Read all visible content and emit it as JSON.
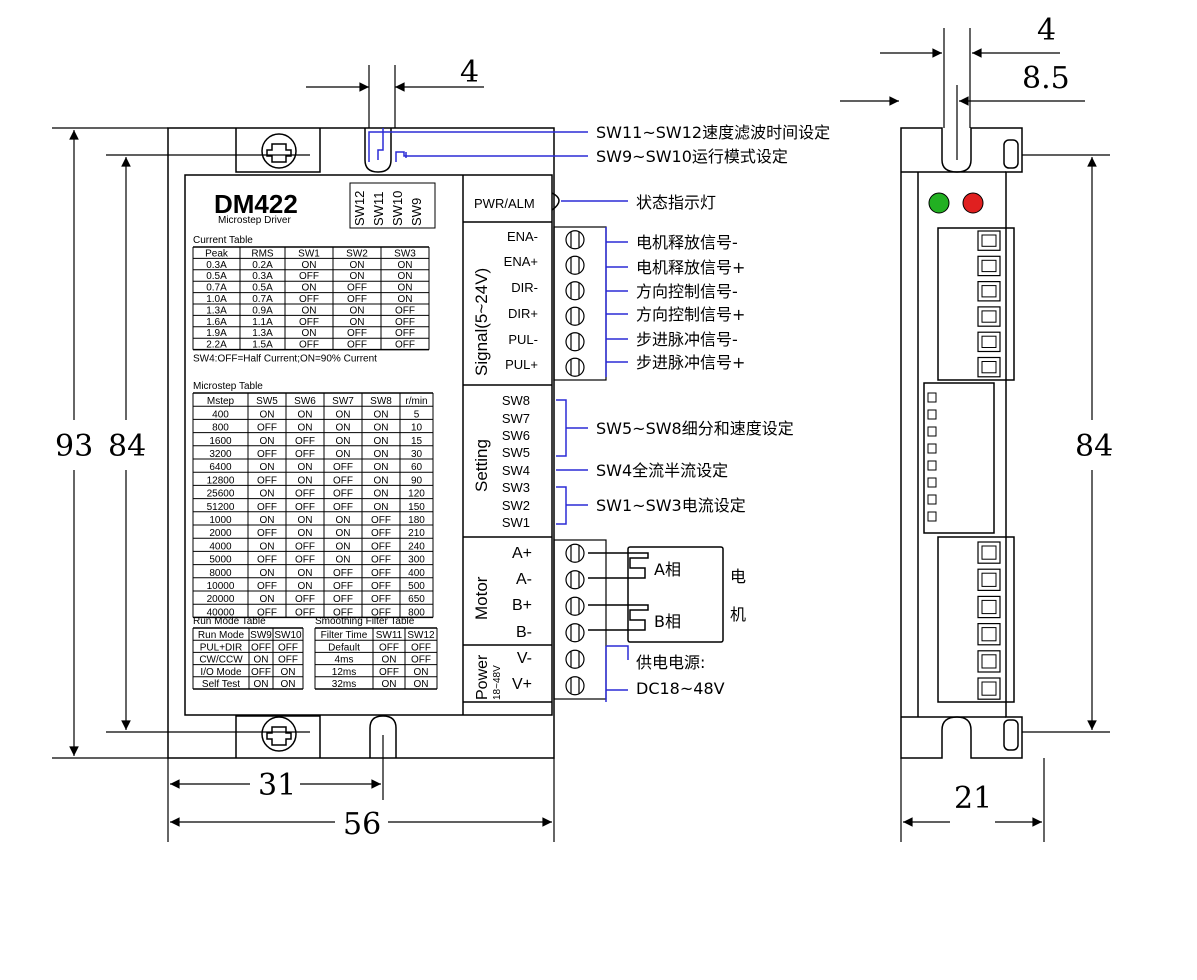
{
  "dimensions": {
    "top_gap_front": "4",
    "top_gap_side": "4",
    "side_offset": "8.5",
    "total_height": "93",
    "mount_height": "84",
    "side_height": "84",
    "hole_offset": "31",
    "total_width": "56",
    "side_width": "21"
  },
  "device": {
    "model": "DM422",
    "subtitle": "Microstep Driver",
    "pwr_alm": "PWR/ALM",
    "sw_labels": [
      "SW12",
      "SW11",
      "SW10",
      "SW9"
    ]
  },
  "current_table": {
    "title": "Current Table",
    "headers": [
      "Peak",
      "RMS",
      "SW1",
      "SW2",
      "SW3"
    ],
    "rows": [
      [
        "0.3A",
        "0.2A",
        "ON",
        "ON",
        "ON"
      ],
      [
        "0.5A",
        "0.3A",
        "OFF",
        "ON",
        "ON"
      ],
      [
        "0.7A",
        "0.5A",
        "ON",
        "OFF",
        "ON"
      ],
      [
        "1.0A",
        "0.7A",
        "OFF",
        "OFF",
        "ON"
      ],
      [
        "1.3A",
        "0.9A",
        "ON",
        "ON",
        "OFF"
      ],
      [
        "1.6A",
        "1.1A",
        "OFF",
        "ON",
        "OFF"
      ],
      [
        "1.9A",
        "1.3A",
        "ON",
        "OFF",
        "OFF"
      ],
      [
        "2.2A",
        "1.5A",
        "OFF",
        "OFF",
        "OFF"
      ]
    ],
    "note": "SW4:OFF=Half Current;ON=90% Current"
  },
  "microstep_table": {
    "title": "Microstep Table",
    "headers": [
      "Mstep",
      "SW5",
      "SW6",
      "SW7",
      "SW8",
      "r/min"
    ],
    "rows": [
      [
        "400",
        "ON",
        "ON",
        "ON",
        "ON",
        "5"
      ],
      [
        "800",
        "OFF",
        "ON",
        "ON",
        "ON",
        "10"
      ],
      [
        "1600",
        "ON",
        "OFF",
        "ON",
        "ON",
        "15"
      ],
      [
        "3200",
        "OFF",
        "OFF",
        "ON",
        "ON",
        "30"
      ],
      [
        "6400",
        "ON",
        "ON",
        "OFF",
        "ON",
        "60"
      ],
      [
        "12800",
        "OFF",
        "ON",
        "OFF",
        "ON",
        "90"
      ],
      [
        "25600",
        "ON",
        "OFF",
        "OFF",
        "ON",
        "120"
      ],
      [
        "51200",
        "OFF",
        "OFF",
        "OFF",
        "ON",
        "150"
      ],
      [
        "1000",
        "ON",
        "ON",
        "ON",
        "OFF",
        "180"
      ],
      [
        "2000",
        "OFF",
        "ON",
        "ON",
        "OFF",
        "210"
      ],
      [
        "4000",
        "ON",
        "OFF",
        "ON",
        "OFF",
        "240"
      ],
      [
        "5000",
        "OFF",
        "OFF",
        "ON",
        "OFF",
        "300"
      ],
      [
        "8000",
        "ON",
        "ON",
        "OFF",
        "OFF",
        "400"
      ],
      [
        "10000",
        "OFF",
        "ON",
        "OFF",
        "OFF",
        "500"
      ],
      [
        "20000",
        "ON",
        "OFF",
        "OFF",
        "OFF",
        "650"
      ],
      [
        "40000",
        "OFF",
        "OFF",
        "OFF",
        "OFF",
        "800"
      ]
    ]
  },
  "run_mode_table": {
    "title": "Run Mode Table",
    "headers": [
      "Run Mode",
      "SW9",
      "SW10"
    ],
    "rows": [
      [
        "PUL+DIR",
        "OFF",
        "OFF"
      ],
      [
        "CW/CCW",
        "ON",
        "OFF"
      ],
      [
        "I/O Mode",
        "OFF",
        "ON"
      ],
      [
        "Self Test",
        "ON",
        "ON"
      ]
    ]
  },
  "filter_table": {
    "title": "Smoothing Filter Table",
    "headers": [
      "Filter Time",
      "SW11",
      "SW12"
    ],
    "rows": [
      [
        "Default",
        "OFF",
        "OFF"
      ],
      [
        "4ms",
        "ON",
        "OFF"
      ],
      [
        "12ms",
        "OFF",
        "ON"
      ],
      [
        "32ms",
        "ON",
        "ON"
      ]
    ]
  },
  "sections": {
    "signal": "Signal(5~24V)",
    "setting": "Setting",
    "motor": "Motor",
    "power": "Power",
    "power_range": "18~48V"
  },
  "signal_pins": [
    "ENA-",
    "ENA+",
    "DIR-",
    "DIR+",
    "PUL-",
    "PUL+"
  ],
  "setting_pins": [
    "SW8",
    "SW7",
    "SW6",
    "SW5",
    "SW4",
    "SW3",
    "SW2",
    "SW1"
  ],
  "motor_pins": [
    "A+",
    "A-",
    "B+",
    "B-",
    "V-",
    "V+"
  ],
  "annotations": {
    "sw11_sw12": "SW11~SW12速度滤波时间设定",
    "sw9_sw10": "SW9~SW10运行模式设定",
    "status_led": "状态指示灯",
    "signal_labels": [
      "电机释放信号-",
      "电机释放信号+",
      "方向控制信号-",
      "方向控制信号+",
      "步进脉冲信号-",
      "步进脉冲信号+"
    ],
    "sw5_sw8": "SW5~SW8细分和速度设定",
    "sw4": "SW4全流半流设定",
    "sw1_sw3": "SW1~SW3电流设定",
    "phase_a": "A相",
    "phase_b": "B相",
    "motor_char1": "电",
    "motor_char2": "机",
    "power_label": "供电电源:",
    "power_range": "DC18~48V"
  },
  "colors": {
    "line": "#000000",
    "annotation_line": "#2b2bd6",
    "led_green": "#22b022",
    "led_red": "#e02020"
  }
}
